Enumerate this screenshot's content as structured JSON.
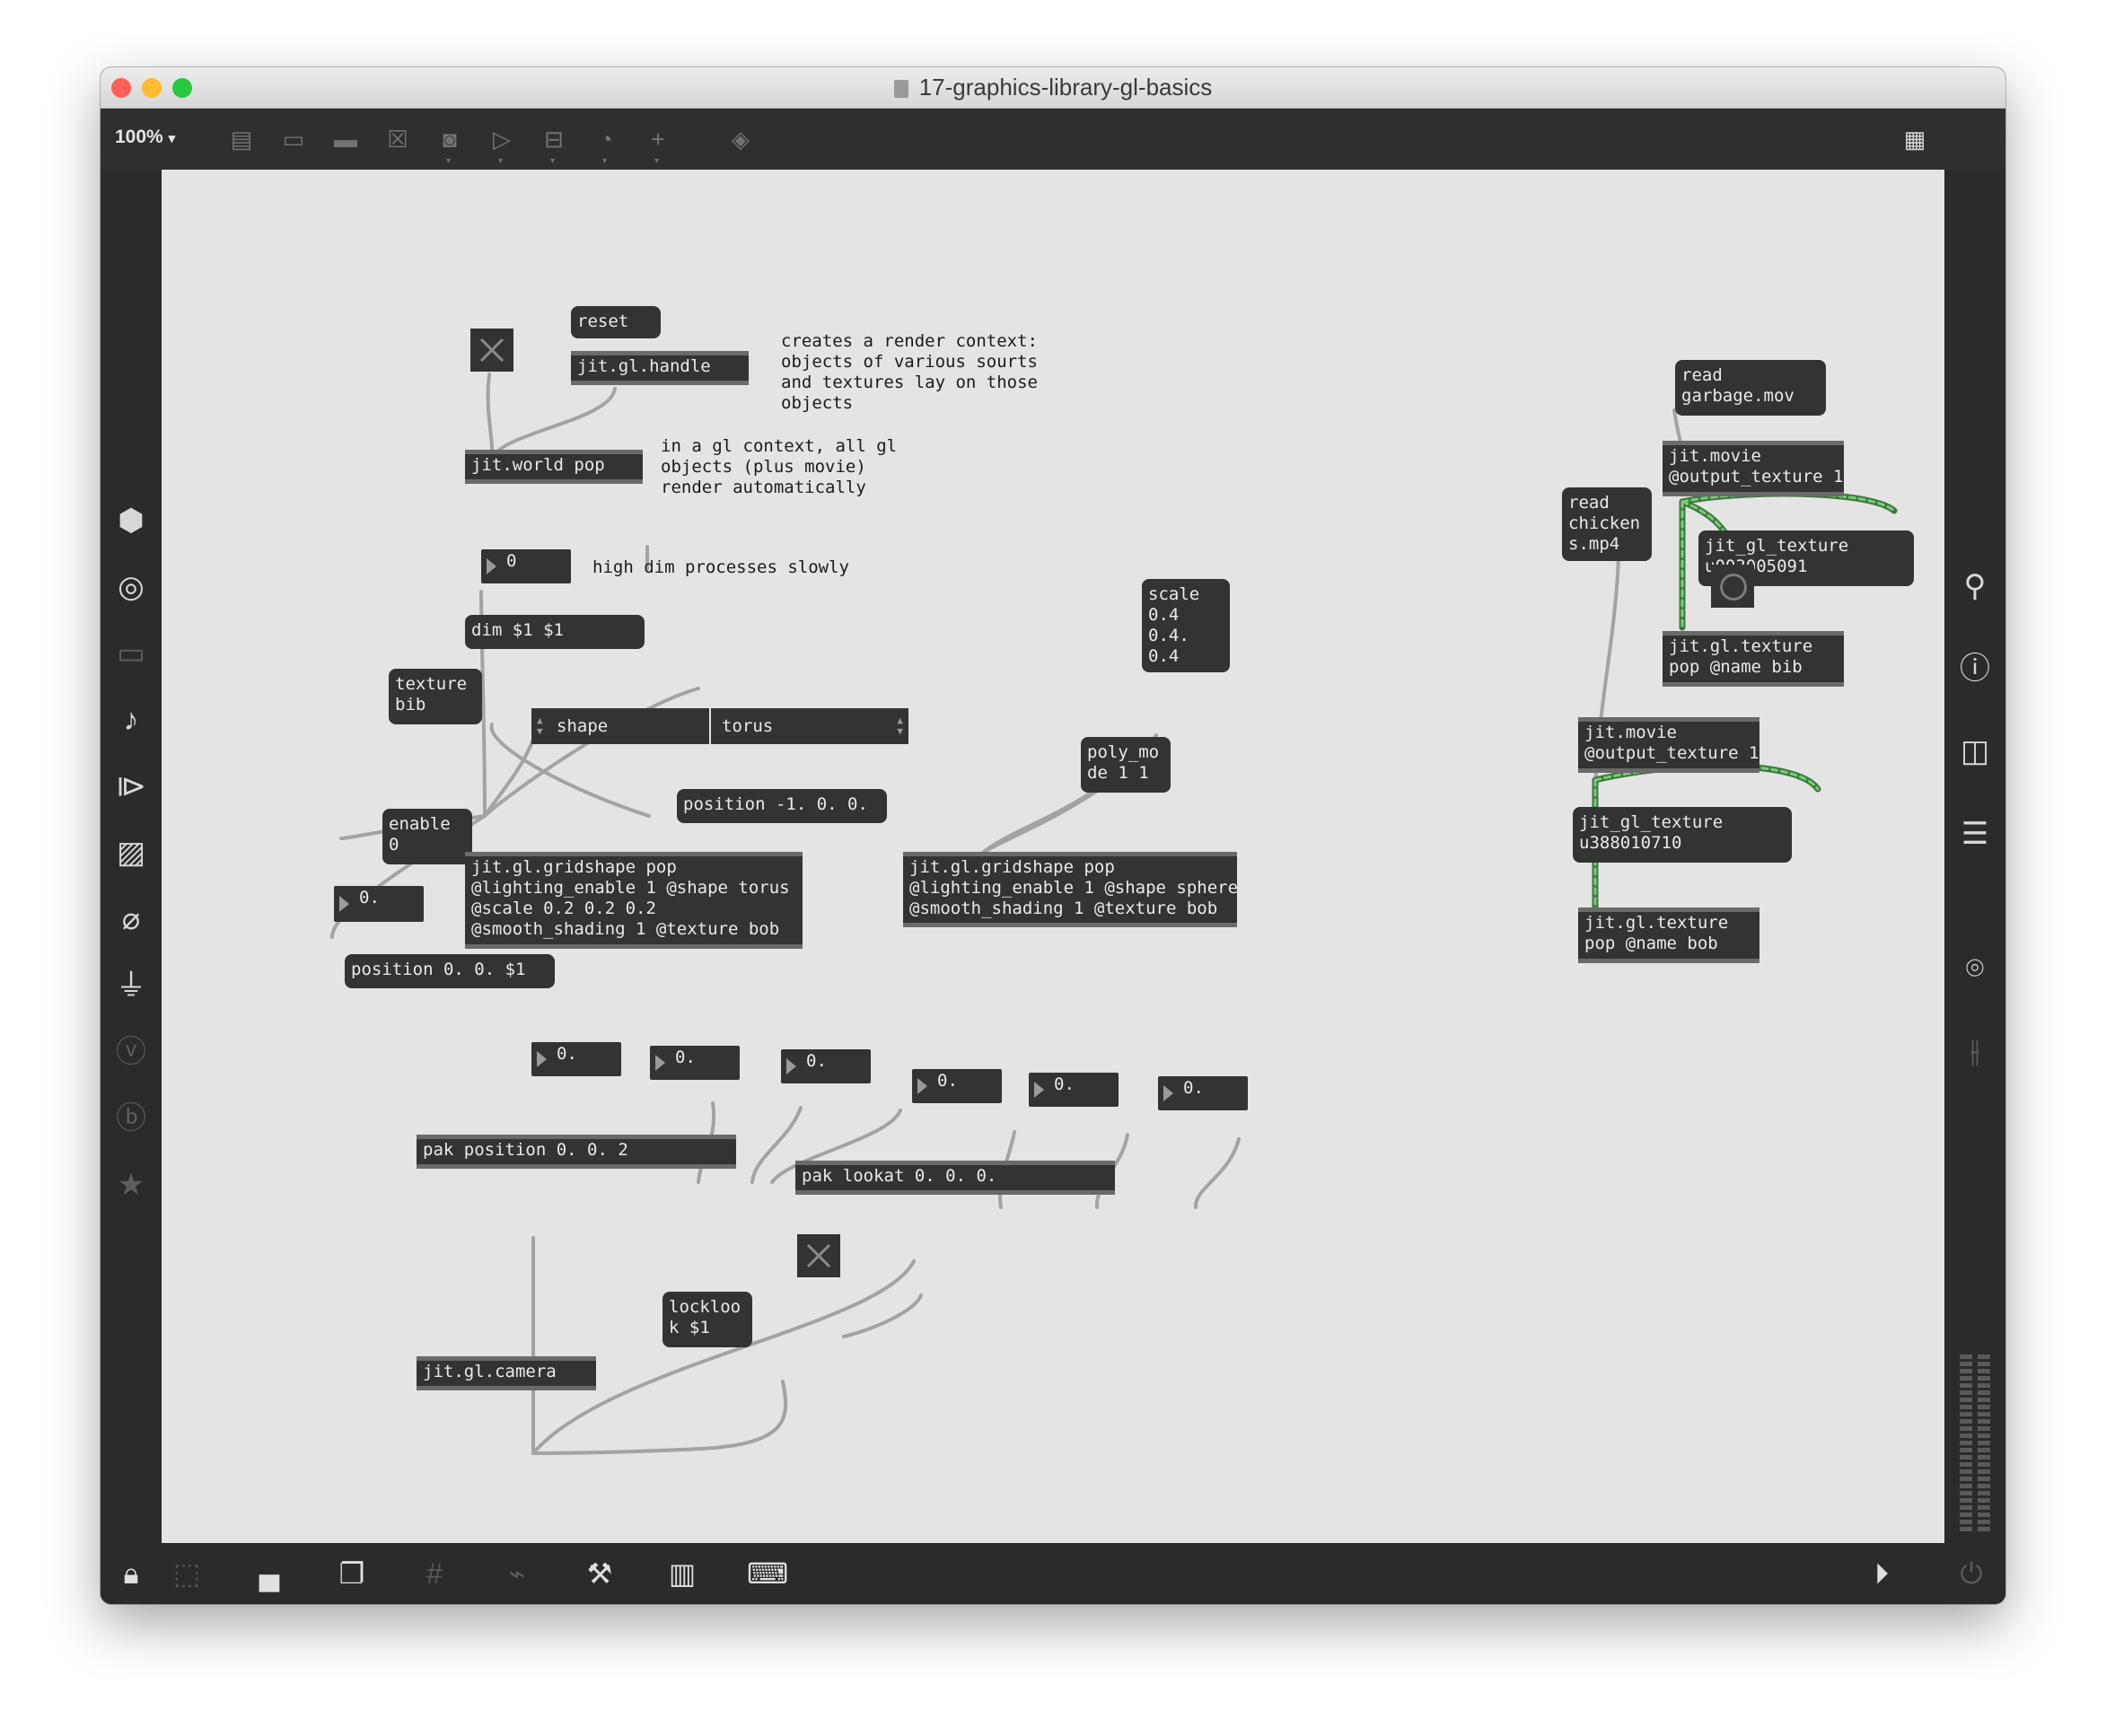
{
  "window": {
    "title": "17-graphics-library-gl-basics",
    "traffic_lights": {
      "close": "#fe5f57",
      "minimize": "#febc2e",
      "zoom": "#28c840"
    }
  },
  "toolbar": {
    "zoom_label": "100%",
    "zoom_caret": "▾",
    "icons": [
      "new-object-icon",
      "message-icon",
      "comment-icon",
      "toggle-icon",
      "button-icon",
      "number-icon",
      "slider-icon",
      "dial-icon",
      "add-icon",
      "paint-bucket-icon",
      "grid-view-icon"
    ]
  },
  "left_sidebar": [
    "cube-icon",
    "record-icon",
    "film-icon",
    "note-icon",
    "media-icon",
    "image-icon",
    "paperclip-icon",
    "plug-icon",
    "vimeo-icon",
    "b-icon",
    "star-icon"
  ],
  "right_sidebar": [
    "search-icon",
    "info-icon",
    "columns-icon",
    "list-icon",
    "camera-icon",
    "mixer-icon"
  ],
  "bottom_bar": [
    "lock-icon",
    "select-icon",
    "presentation-icon",
    "windows-icon",
    "grid-icon",
    "patch-cord-icon",
    "wrench-icon",
    "piano-icon",
    "keyboard-icon",
    "transport-icon",
    "power-icon"
  ],
  "patch": {
    "reset_msg": "reset",
    "handle_obj": "jit.gl.handle",
    "comment_render_context": "creates a render context:\nobjects of various sourts\nand textures lay on those\nobjects",
    "world_obj": "jit.world pop",
    "comment_gl_context": "in a gl context, all gl\nobjects (plus movie)\nrender automatically",
    "dim_number": "0",
    "comment_high_dim": "high dim processes slowly",
    "dim_msg": "dim $1 $1",
    "texture_bib_msg": "texture\nbib",
    "shape_menu_left": "shape",
    "shape_menu_right": "torus",
    "scale_msg": "scale\n0.4\n0.4.\n0.4",
    "poly_mode_msg": "poly_mo\nde 1 1",
    "position_neg_msg": "position -1. 0. 0.",
    "enable_msg": "enable\n0",
    "float_number_left": "0.",
    "position_z_msg": "position 0. 0. $1",
    "gridshape_torus_obj": "jit.gl.gridshape pop\n@lighting_enable 1 @shape torus\n@scale 0.2 0.2 0.2\n@smooth_shading 1 @texture bob",
    "gridshape_sphere_obj": "jit.gl.gridshape pop\n@lighting_enable 1 @shape sphere\n@smooth_shading 1 @texture bob",
    "read_garbage_msg": "read\ngarbage.mov",
    "movie1_obj": "jit.movie\n@output_texture 1",
    "read_chicken_msg": "read\nchicken\ns.mp4",
    "texture_name1": "jit_gl_texture\nu003005091",
    "texture_bib_obj": "jit.gl.texture\npop @name bib",
    "movie2_obj": "jit.movie\n@output_texture 1",
    "texture_name2": "jit_gl_texture\nu388010710",
    "texture_bob_obj": "jit.gl.texture\npop @name bob",
    "float_numbers": [
      "0.",
      "0.",
      "0.",
      "0.",
      "0.",
      "0."
    ],
    "pak_position_obj": "pak position 0. 0. 2",
    "pak_lookat_obj": "pak lookat 0. 0. 0.",
    "lockloo_msg": "lockloo\nk $1",
    "camera_obj": "jit.gl.camera"
  }
}
